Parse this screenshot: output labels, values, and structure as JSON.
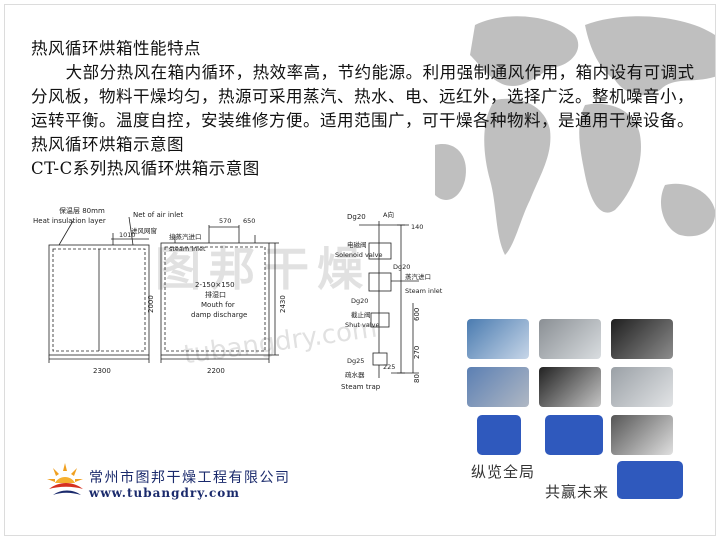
{
  "title": "热风循环烘箱性能特点",
  "description": "大部分热风在箱内循环，热效率高，节约能源。利用强制通风作用，箱内设有可调式分风板，物料干燥均匀，热源可采用蒸汽、热水、电、远红外，选择广泛。整机噪音小，运转平衡。温度自控，安装维修方便。适用范围广，可干燥各种物料，是通用干燥设备。",
  "diagram_heading": "热风循环烘箱示意图",
  "diagram_subheading": "CT-C系列热风循环烘箱示意图",
  "diagram": {
    "heat_layer_cn": "保温层 80mm",
    "heat_layer_en": "Heat insulation layer",
    "net_air_inlet": "Net of air inlet",
    "air_window_cn": "进风网窗",
    "steam_inlet_cn": "接蒸汽进口",
    "steam_inlet_en": "steam inlet",
    "dim_1010": "1010",
    "dim_570": "570",
    "dim_650": "650",
    "dim_2300": "2300",
    "dim_2200": "2200",
    "dim_2430": "2430",
    "dim_2000": "2000",
    "mouth_size": "2-150×150",
    "mouth_cn": "排湿口",
    "mouth_en1": "Mouth for",
    "mouth_en2": "damp discharge",
    "dg20_top": "Dg20",
    "a_dir_top": "A向",
    "dim_140": "140",
    "solenoid_cn": "电磁阀",
    "solenoid_en": "Solenoid valve",
    "dg20_mid": "Dg20",
    "steam_inlet2_cn": "蒸汽进口",
    "steam_inlet2_en": "Steam inlet",
    "dg20_low": "Dg20",
    "shut_cn": "截止阀",
    "shut_en": "Shut valve",
    "dim_600": "600",
    "dim_270": "270",
    "dg25": "Dg25",
    "dim_225": "225",
    "dim_80": "80",
    "trap_cn": "疏水器",
    "trap_en": "Steam trap"
  },
  "watermark": "图邦干燥",
  "watermark_url": "tubangdry.com",
  "slogan_1": "纵览全局",
  "slogan_2": "共赢未来",
  "company_name": "常州市图邦干燥工程有限公司",
  "website": "www.tubangdry.com",
  "colors": {
    "accent_blue": "#2f59bd",
    "company_text": "#1a2a6c",
    "logo_red": "#d6301f",
    "logo_orange": "#f0a020"
  }
}
